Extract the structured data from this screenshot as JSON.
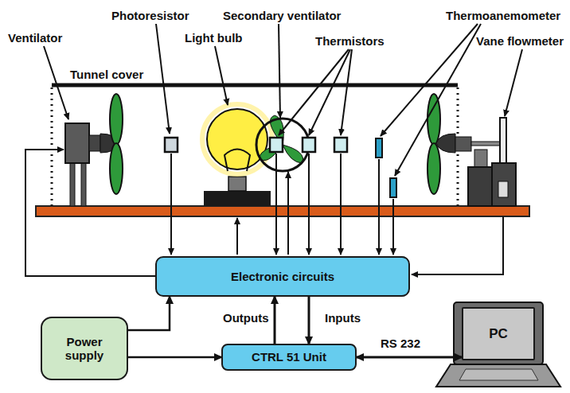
{
  "diagram": {
    "nodes": [
      {
        "text": [
          "Electronic circuits"
        ]
      },
      {
        "text": [
          "Power supply"
        ]
      },
      {
        "text": [
          "CTRL 51 Unit"
        ]
      },
      {
        "text": [
          "PC"
        ]
      }
    ],
    "edges": [
      {
        "from": 1,
        "to": 0,
        "arrow": "to"
      },
      {
        "from": 1,
        "to": 2,
        "arrow": "to"
      },
      {
        "from": 2,
        "to": 0,
        "label": "Outputs",
        "arrow": "to"
      },
      {
        "from": 0,
        "to": 2,
        "label": "Inputs",
        "arrow": "to"
      },
      {
        "from": 2,
        "to": 3,
        "label": "RS 232",
        "arrow": "both"
      }
    ],
    "labels": [
      "Ventilator",
      "Photoresistor",
      "Secondary ventilator",
      "Light bulb",
      "Thermistors",
      "Thermoanemometer",
      "Vane flowmeter",
      "Tunnel cover"
    ]
  }
}
